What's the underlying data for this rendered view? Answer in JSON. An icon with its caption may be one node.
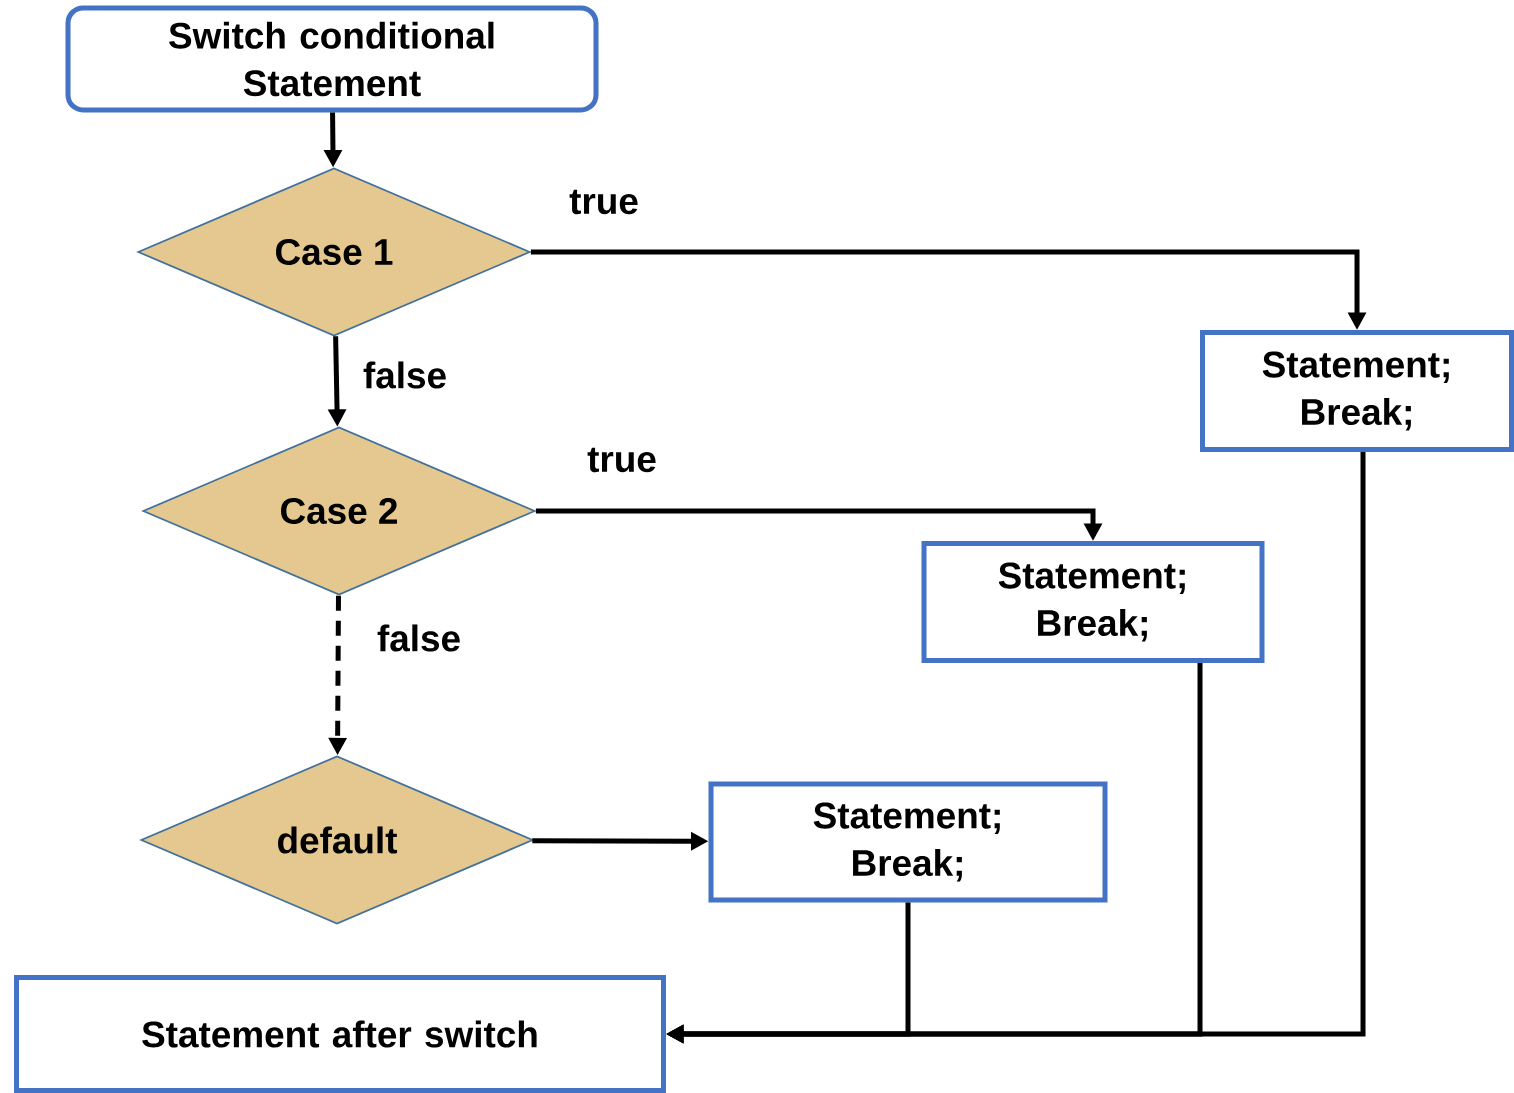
{
  "diagram": {
    "nodes": [
      {
        "text": [
          "Switch conditional Statement"
        ]
      },
      {
        "text": [
          "Case 1"
        ]
      },
      {
        "text": [
          "Statement; Break;"
        ]
      },
      {
        "text": [
          "Case 2"
        ]
      },
      {
        "text": [
          "Statement; Break;"
        ]
      },
      {
        "text": [
          "default"
        ]
      },
      {
        "text": [
          "Statement; Break;"
        ]
      },
      {
        "text": [
          "Statement after switch"
        ]
      }
    ],
    "edges": [
      {
        "from": 0,
        "to": 1,
        "arrow": "to"
      },
      {
        "from": 1,
        "to": 2,
        "arrow": "to",
        "label": "true"
      },
      {
        "from": 1,
        "to": 3,
        "arrow": "to",
        "label": "false"
      },
      {
        "from": 3,
        "to": 4,
        "arrow": "to",
        "label": "true"
      },
      {
        "from": 3,
        "to": 5,
        "arrow": "to",
        "label": "false",
        "style": "dashed"
      },
      {
        "from": 5,
        "to": 6,
        "arrow": "to"
      },
      {
        "from": 6,
        "to": 7,
        "arrow": "to"
      },
      {
        "from": 4,
        "to": 7,
        "arrow": "to"
      },
      {
        "from": 2,
        "to": 7,
        "arrow": "to"
      }
    ]
  }
}
